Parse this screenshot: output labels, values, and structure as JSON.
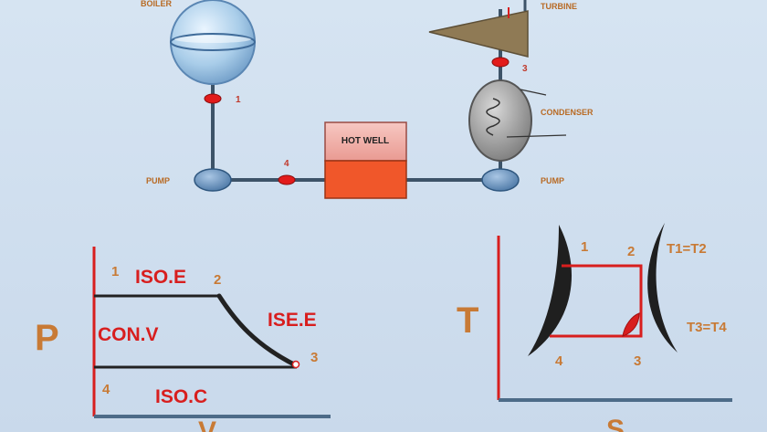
{
  "plant": {
    "boiler": "BOILER",
    "turbine": "TURBINE",
    "condenser": "CONDENSER",
    "hot_well": "HOT WELL",
    "pump_left": "PUMP",
    "pump_right": "PUMP",
    "point1": "1",
    "point3": "3",
    "point4": "4"
  },
  "pv_diagram": {
    "p_axis": "P",
    "v_axis": "V",
    "pt1": "1",
    "pt2": "2",
    "pt3": "3",
    "pt4": "4",
    "iso_e": "ISO.E",
    "ise_e": "ISE.E",
    "con_v": "CON.V",
    "iso_c": "ISO.C"
  },
  "ts_diagram": {
    "t_axis": "T",
    "s_axis": "S",
    "pt1": "1",
    "pt2": "2",
    "pt3": "3",
    "pt4": "4",
    "t12": "T1=T2",
    "t34": "T3=T4"
  },
  "colors": {
    "pipe": "#3d5368",
    "red": "#d81e1e",
    "orange_label": "#c87a35",
    "hot_well_top": "#f2b1ab",
    "hot_well_bottom": "#f0572a"
  }
}
